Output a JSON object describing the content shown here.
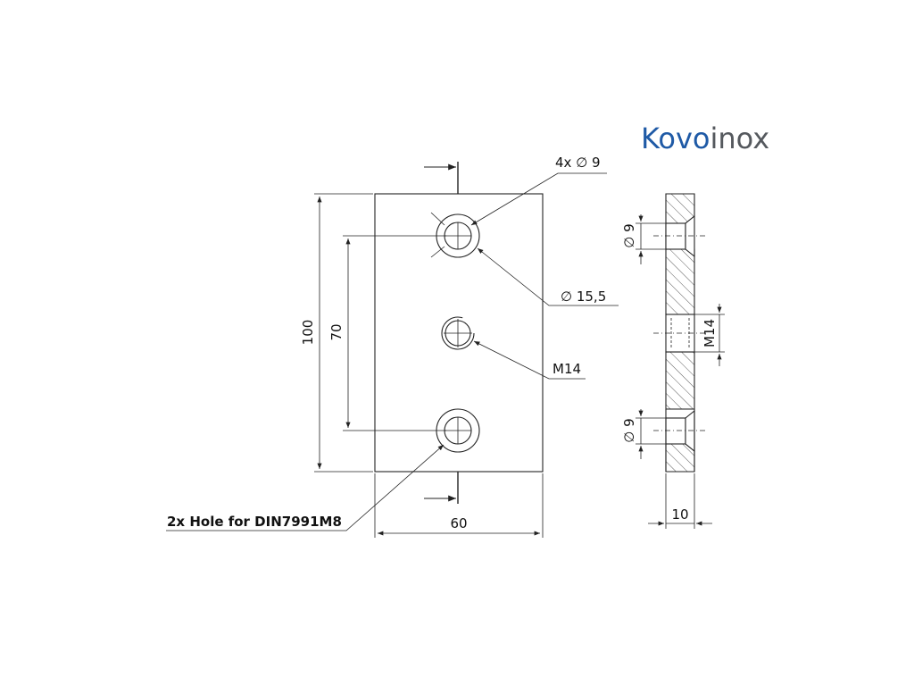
{
  "brand": {
    "name_part1": "Kovo",
    "name_part2": "inox",
    "color_part1": "#1f5aa6",
    "color_part2": "#55595e"
  },
  "dimensions": {
    "height_total": "100",
    "hole_spacing": "70",
    "width": "60",
    "thickness": "10",
    "hole_count_dia": "4x ∅ 9",
    "counterbore_dia": "∅ 15,5",
    "thread": "M14",
    "side_hole_top": "∅ 9",
    "side_hole_bottom": "∅ 9",
    "side_thread": "M14"
  },
  "notes": {
    "hole_note": "2x Hole for DIN7991M8"
  }
}
